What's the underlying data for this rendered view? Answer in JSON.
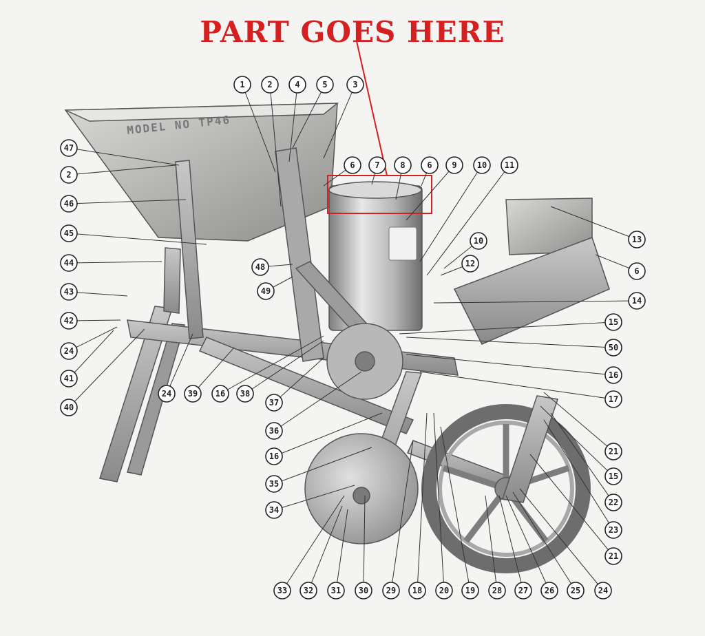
{
  "title": "PART GOES HERE",
  "model_stamp": "MODEL NO TP46",
  "colors": {
    "title": "#d42020",
    "highlight_box": "#d42020",
    "metal_light": "#c9c9c9",
    "metal_dark": "#8c8c8c"
  },
  "part_numbers": [
    "1",
    "2",
    "4",
    "5",
    "3",
    "47",
    "2",
    "46",
    "45",
    "44",
    "43",
    "42",
    "24",
    "41",
    "40",
    "6",
    "7",
    "8",
    "6",
    "9",
    "10",
    "11",
    "13",
    "6",
    "10",
    "12",
    "14",
    "15",
    "50",
    "16",
    "17",
    "48",
    "49",
    "24",
    "39",
    "16",
    "38",
    "37",
    "36",
    "16",
    "35",
    "34",
    "21",
    "15",
    "22",
    "23",
    "21",
    "33",
    "32",
    "31",
    "30",
    "29",
    "18",
    "20",
    "19",
    "28",
    "27",
    "26",
    "25",
    "24"
  ]
}
